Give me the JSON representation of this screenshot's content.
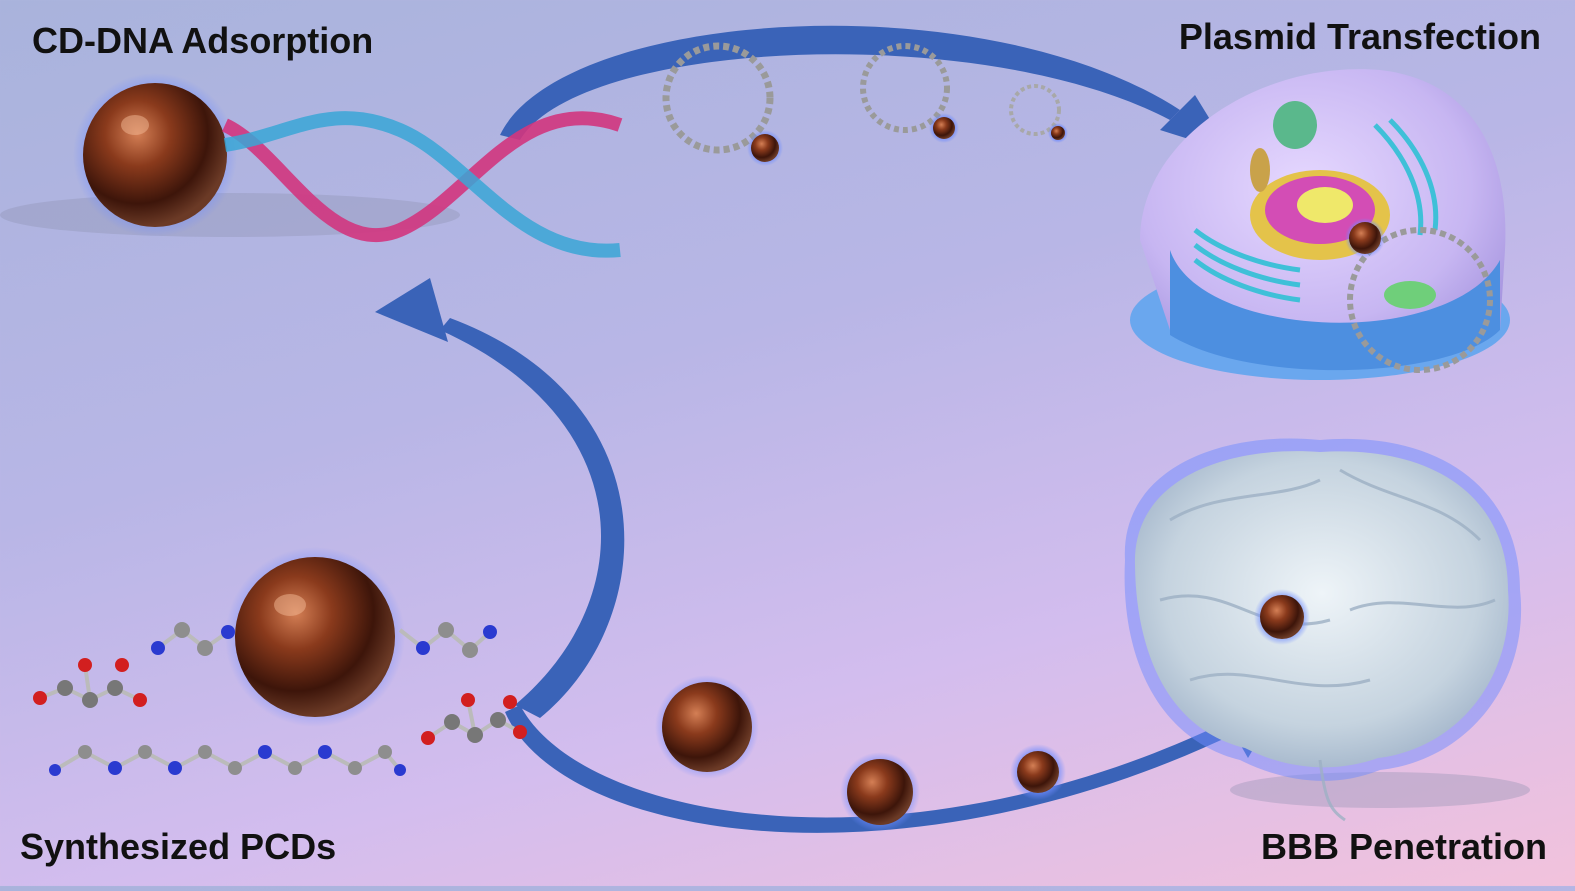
{
  "labels": {
    "cd_dna_adsorption": "CD-DNA Adsorption",
    "plasmid_transfection": "Plasmid Transfection",
    "synthesized_pcds": "Synthesized PCDs",
    "bbb_penetration": "BBB Penetration"
  },
  "colors": {
    "arrow": "#3a63b8",
    "arrow_dark": "#2a4c98",
    "sphere_core": "#4a1c0c",
    "sphere_highlight": "#c06a42",
    "sphere_glow": "#6f8cff",
    "dna_pink": "#d1357e",
    "dna_blue": "#3aa6d6",
    "cell_membrane": "#6aa7ee",
    "brain": "#d8e4ec"
  },
  "icons": [
    "carbon-dot-icon",
    "dna-helix-icon",
    "plasmid-ring-icon",
    "cell-icon",
    "brain-icon",
    "molecule-icon",
    "arrow-icon"
  ]
}
